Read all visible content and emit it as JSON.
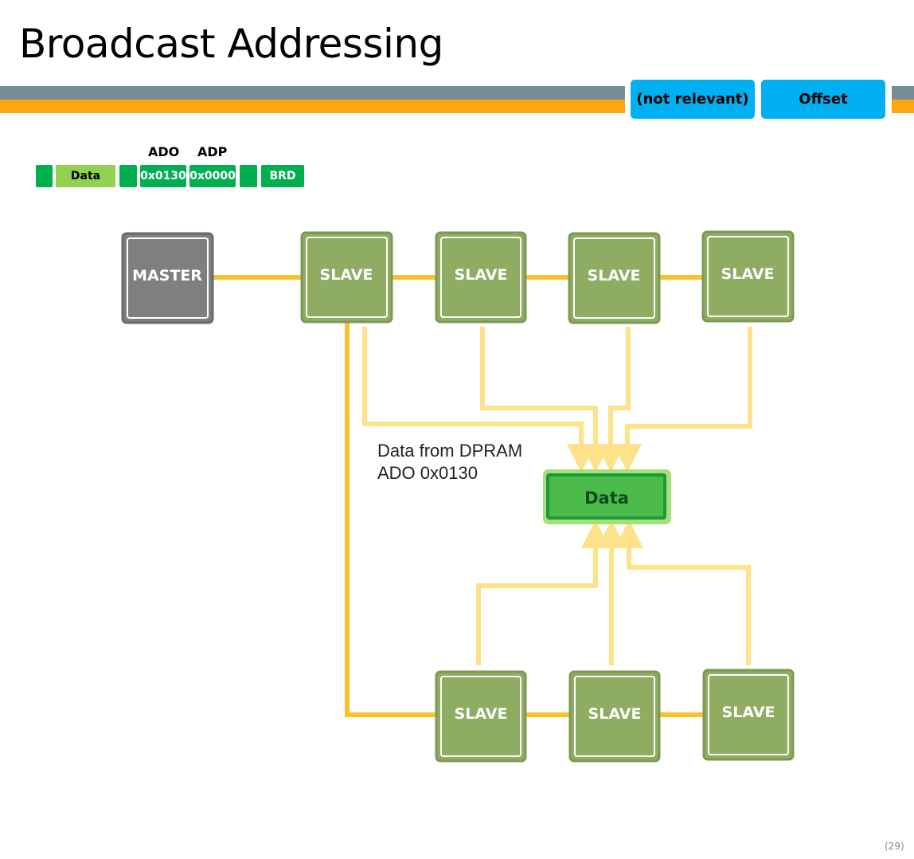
{
  "title": "Broadcast Addressing",
  "tags": {
    "not_relevant": "(not relevant)",
    "offset": "Offset"
  },
  "frame": {
    "labels": {
      "ado": "ADO",
      "adp": "ADP"
    },
    "cells": {
      "data": "Data",
      "ado": "0x0130",
      "adp": "0x0000",
      "cmd": "BRD"
    }
  },
  "nodes": {
    "master": "MASTER",
    "slave": "SLAVE",
    "data": "Data"
  },
  "note": {
    "line1": "Data from DPRAM",
    "line2": "ADO 0x0130"
  },
  "page_number": "(29)",
  "colors": {
    "band_gray": "#768f92",
    "band_orange": "#fea611",
    "tag_blue": "#00b0f0",
    "frame_green": "#00b050",
    "frame_light_green": "#92d050",
    "master_gray": "#7f7f7f",
    "slave_green": "#8fac63",
    "data_green": "#4cbb4a",
    "wire_yellow": "#fbc02d",
    "arrow_yellow": "#fde28a"
  }
}
